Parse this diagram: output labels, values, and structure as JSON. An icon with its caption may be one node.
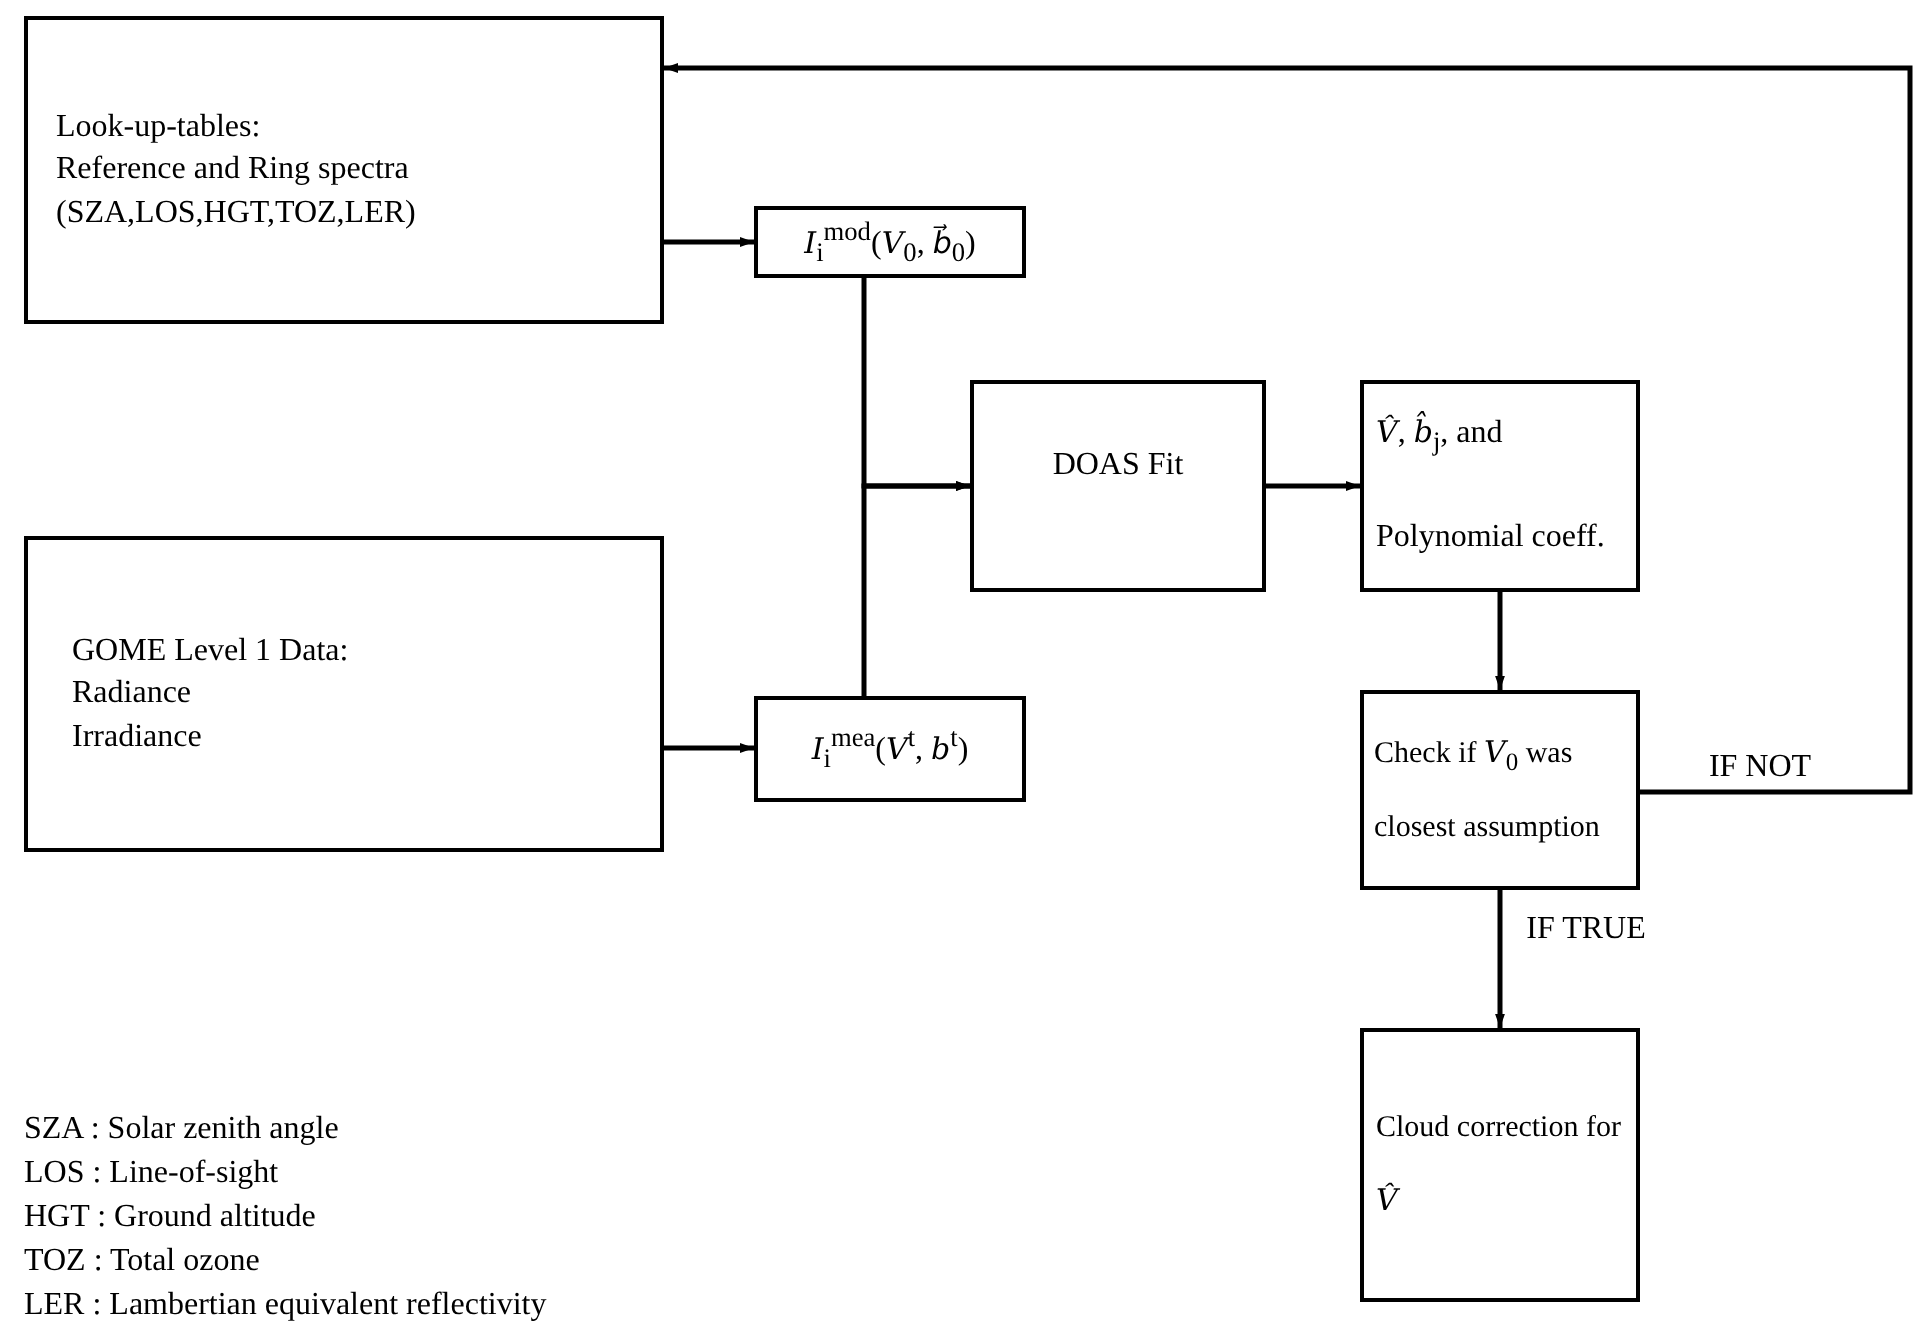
{
  "diagram": {
    "nodes": [
      {
        "text": [
          "Look-up-tables:",
          "Reference and Ring spectra",
          "(SZA,LOS,HGT,TOZ,LER)"
        ]
      },
      {
        "text": [
          "*I*$_{i}$$^{mod}$(*V*$_{0}$, *b⃗*$_{0}$)"
        ]
      },
      {
        "text": [
          "GOME Level 1 Data:",
          "Radiance",
          "Irradiance"
        ]
      },
      {
        "text": [
          "*I*$_{i}$$^{mea}$(*V*$^{t}$, *b*$^{t}$)"
        ]
      },
      {
        "text": [
          "DOAS Fit"
        ]
      },
      {
        "text": [
          "*V̂*, *b̂*$_{j}$, and",
          "Polynomial coeff."
        ]
      },
      {
        "text": [
          "Check if *V*$_{0}$ was closest assumption"
        ]
      },
      {
        "text": [
          "Cloud correction for *V̂*"
        ]
      }
    ],
    "edges": [
      {
        "from": 0,
        "to": 1,
        "arrow": "to"
      },
      {
        "from": 1,
        "to": 4,
        "arrow": "to"
      },
      {
        "from": 2,
        "to": 3,
        "arrow": "to"
      },
      {
        "from": 3,
        "to": 4,
        "arrow": "to"
      },
      {
        "from": 4,
        "to": 5,
        "arrow": "to"
      },
      {
        "from": 5,
        "to": 6,
        "arrow": "to"
      },
      {
        "from": 6,
        "to": 7,
        "arrow": "to",
        "label": "IF TRUE"
      },
      {
        "from": 6,
        "to": 0,
        "arrow": "to",
        "label": "IF NOT"
      }
    ],
    "labels": [
      "SZA : Solar zenith angle",
      "LOS : Line-of-sight",
      "HGT : Ground altitude",
      "TOZ : Total ozone",
      "LER : Lambertian equivalent reflectivity"
    ]
  }
}
